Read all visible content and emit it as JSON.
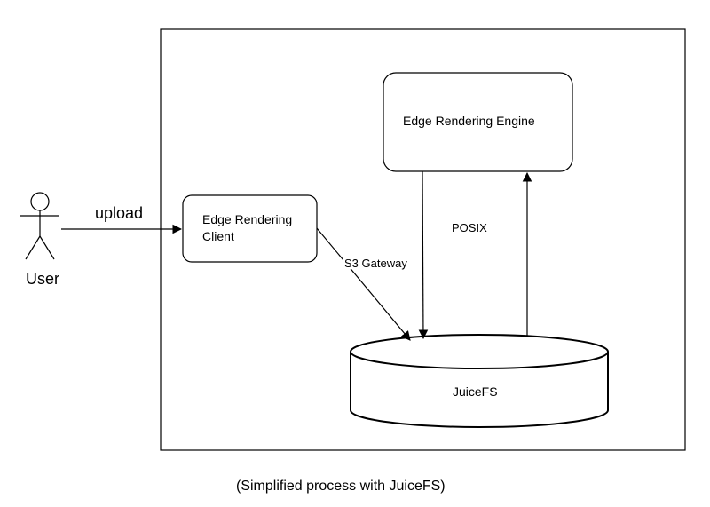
{
  "actor": {
    "label": "User"
  },
  "edges": {
    "upload": "upload",
    "s3": "S3 Gateway",
    "posix": "POSIX"
  },
  "nodes": {
    "client": {
      "line1": "Edge Rendering",
      "line2": "Client"
    },
    "engine": {
      "label": "Edge Rendering Engine"
    },
    "storage": {
      "label": "JuiceFS"
    }
  },
  "caption": "(Simplified process with JuiceFS)"
}
